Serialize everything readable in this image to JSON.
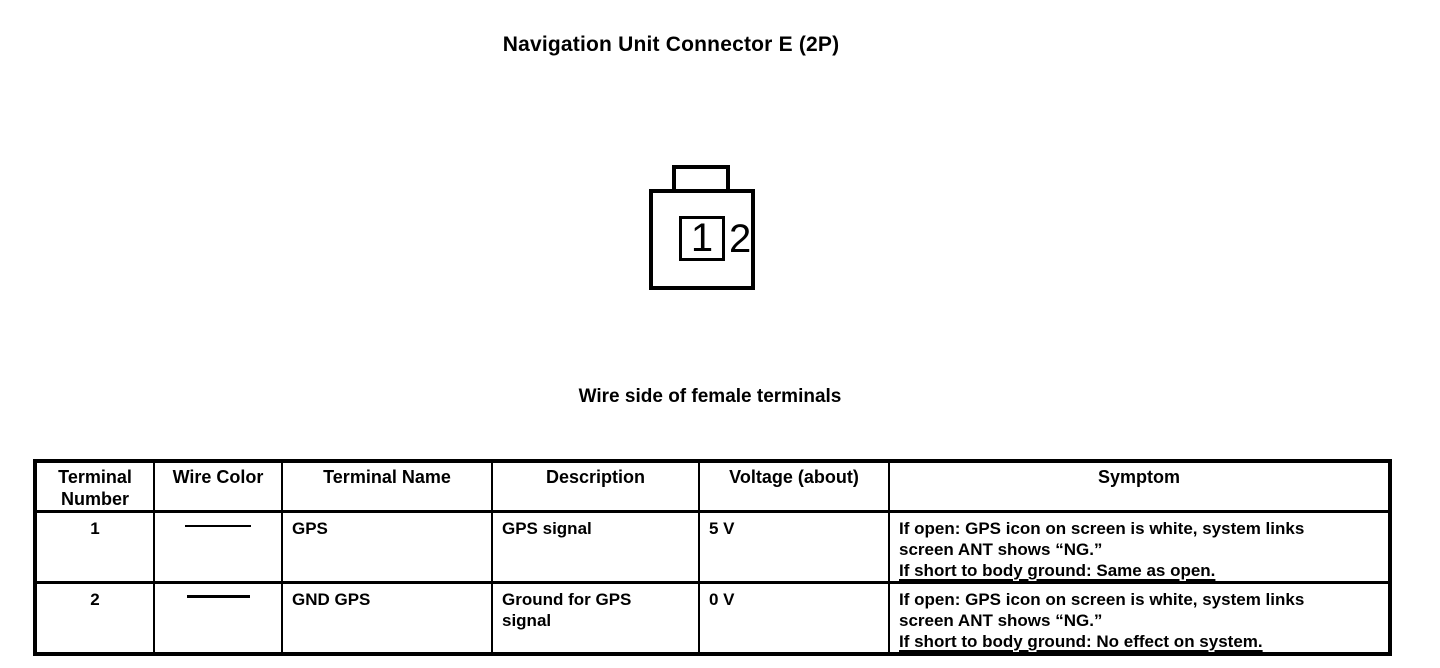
{
  "page": {
    "title": "Navigation Unit Connector E (2P)",
    "caption": "Wire side of female terminals"
  },
  "connector": {
    "type": "2P connector, wire side of female terminals",
    "pins": {
      "pin1": "1",
      "pin2": "2"
    }
  },
  "table": {
    "headers": [
      "Terminal Number",
      "Wire Color",
      "Terminal Name",
      "Description",
      "Voltage (about)",
      "Symptom"
    ],
    "rows": [
      {
        "terminal_number": "1",
        "wire_color_icon": "dash-line",
        "terminal_name": "GPS",
        "description_lines": [
          "GPS signal",
          ""
        ],
        "voltage": "5 V",
        "symptom_lines": [
          "If open: GPS icon on screen is white, system links",
          "screen ANT shows “NG.”",
          "If short to body ground: Same as open."
        ]
      },
      {
        "terminal_number": "2",
        "wire_color_icon": "dash-line",
        "terminal_name": "GND GPS",
        "description_lines": [
          "Ground for GPS",
          "signal"
        ],
        "voltage": "0 V",
        "symptom_lines": [
          "If open: GPS icon on screen is white, system links",
          "screen ANT shows “NG.”",
          "If short to body ground: No effect on system."
        ]
      }
    ]
  }
}
